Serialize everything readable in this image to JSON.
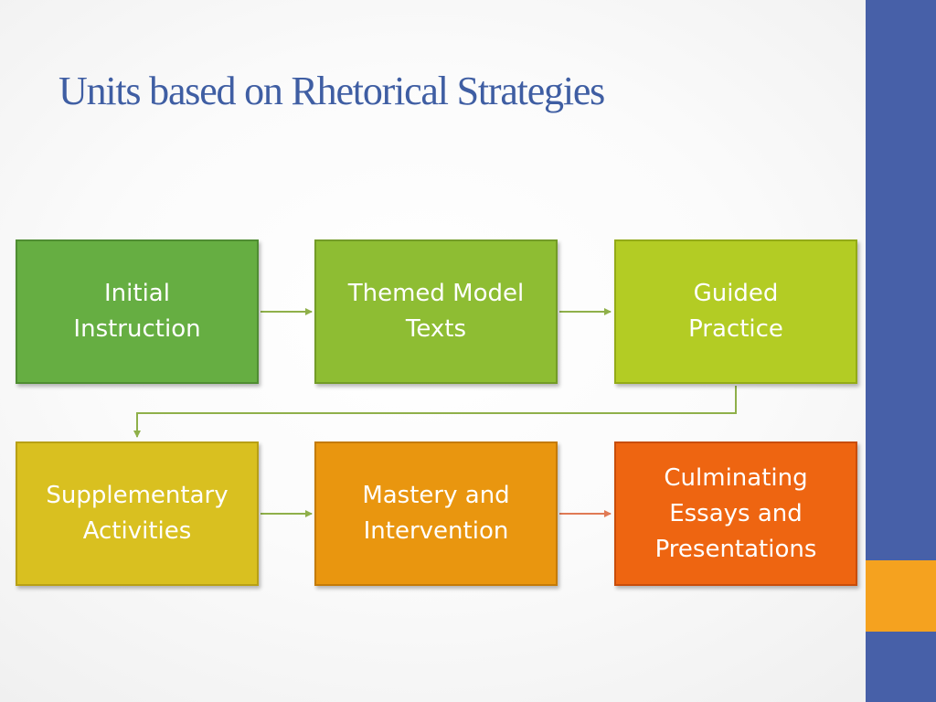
{
  "slide": {
    "title": "Units based on Rhetorical Strategies"
  },
  "colors": {
    "title": "#3f5ea3",
    "side_bar_blue": "#4760a8",
    "side_bar_orange": "#f5a21f",
    "arrow_green": "#8fb04a",
    "arrow_orange": "#e07a55"
  },
  "process": {
    "steps": [
      {
        "label": "Initial\nInstruction",
        "fill": "#66ae42",
        "border": "#4f8d32"
      },
      {
        "label": "Themed Model\nTexts",
        "fill": "#8ebd33",
        "border": "#739c27"
      },
      {
        "label": "Guided\nPractice",
        "fill": "#b3cc24",
        "border": "#93ab17"
      },
      {
        "label": "Supplementary\nActivities",
        "fill": "#d9c020",
        "border": "#b8a015"
      },
      {
        "label": "Mastery and\nIntervention",
        "fill": "#e9960f",
        "border": "#c47b08"
      },
      {
        "label": "Culminating\nEssays and\nPresentations",
        "fill": "#ee6511",
        "border": "#c84d0a"
      }
    ]
  }
}
